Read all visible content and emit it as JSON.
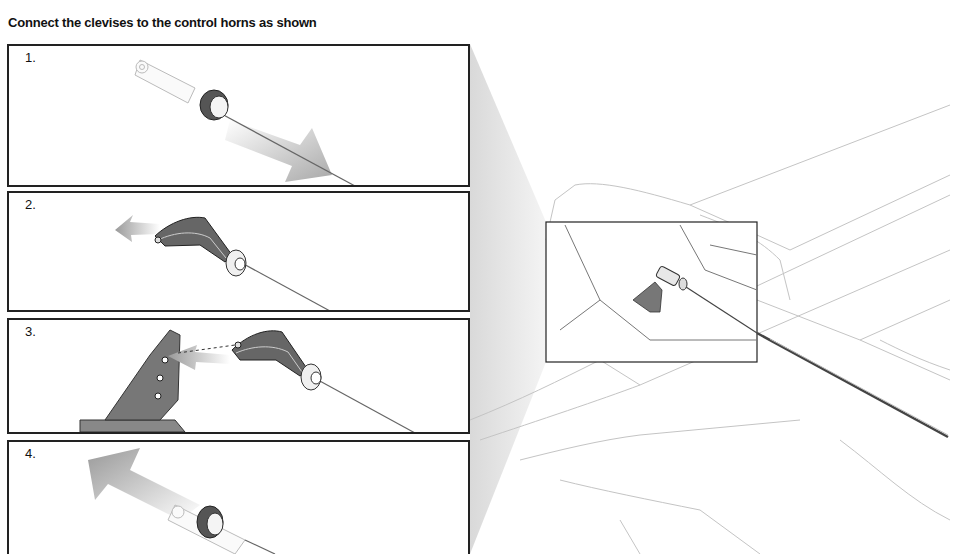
{
  "diagram": {
    "title": "Connect the clevises to the control horns as shown",
    "nodes": [
      {
        "text": [
          "1."
        ]
      },
      {
        "text": [
          "2."
        ]
      },
      {
        "text": [
          "3."
        ]
      },
      {
        "text": [
          "4."
        ]
      }
    ]
  }
}
